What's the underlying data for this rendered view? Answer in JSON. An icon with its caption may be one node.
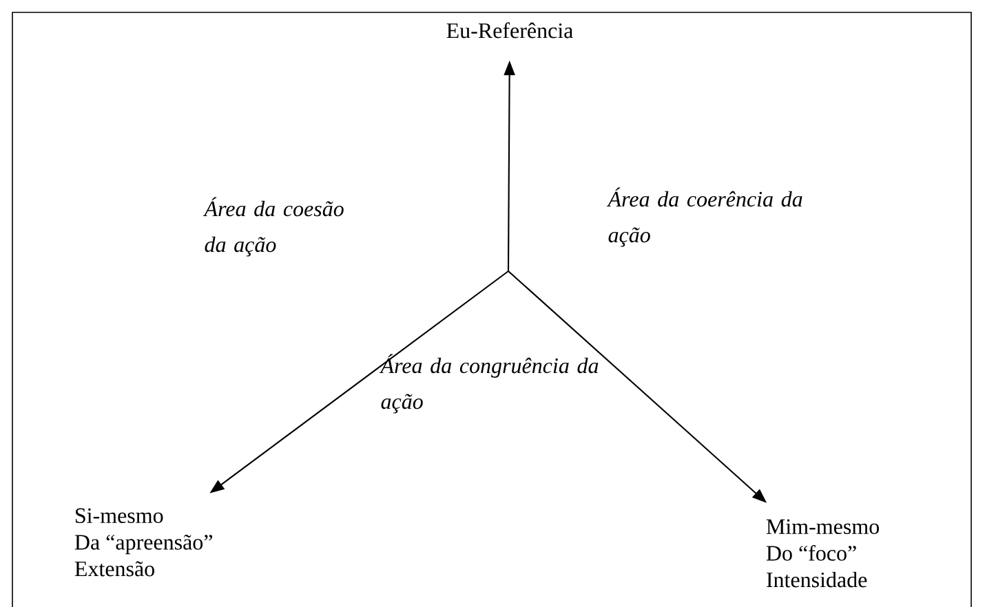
{
  "diagram": {
    "nodes": [
      {
        "text": [
          "Eu-Referência"
        ]
      },
      {
        "text": [
          "Si-mesmo",
          "Da “apreensão”",
          "Extensão"
        ]
      },
      {
        "text": [
          "Mim-mesmo",
          "Do “foco”",
          "Intensidade"
        ]
      }
    ],
    "edges": [
      {
        "from": null,
        "to": 0,
        "arrow": "to"
      },
      {
        "from": null,
        "to": 1,
        "arrow": "to"
      },
      {
        "from": null,
        "to": 2,
        "arrow": "to"
      }
    ],
    "labels": [
      "Área da coesão da ação",
      "Área da coerência da ação",
      "Área da congruência da ação"
    ]
  }
}
